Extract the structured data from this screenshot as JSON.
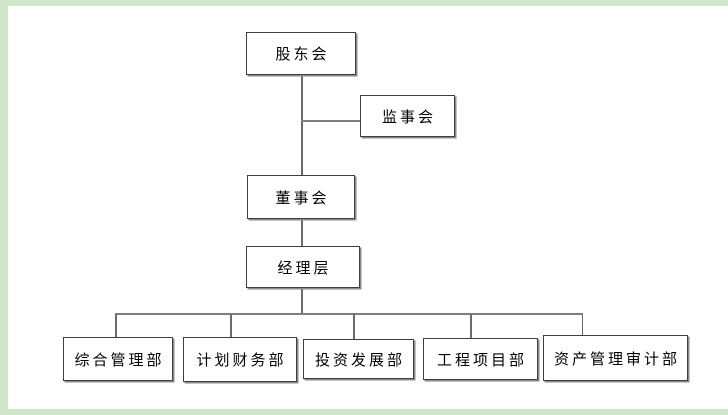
{
  "page": {
    "margin_color": "#d1e6c8",
    "background": "#ffffff"
  },
  "org_chart": {
    "type": "org-tree",
    "colors": {
      "box_border": "#3f3f3f",
      "box_shadow": "#8a8a8a",
      "connector": "#7f7f7f",
      "text": "#000000"
    },
    "nodes": [
      {
        "id": "shareholders-meeting",
        "label": "股东会",
        "level": 1
      },
      {
        "id": "supervisory-board",
        "label": "监事会",
        "level": 1.5
      },
      {
        "id": "board-of-directors",
        "label": "董事会",
        "level": 2
      },
      {
        "id": "management-level",
        "label": "经理层",
        "level": 3
      },
      {
        "id": "general-management-dept",
        "label": "综合管理部",
        "level": 4
      },
      {
        "id": "planning-finance-dept",
        "label": "计划财务部",
        "level": 4
      },
      {
        "id": "investment-development-dept",
        "label": "投资发展部",
        "level": 4
      },
      {
        "id": "engineering-project-dept",
        "label": "工程项目部",
        "level": 4
      },
      {
        "id": "asset-management-audit-dept",
        "label": "资产管理审计部",
        "level": 4
      }
    ],
    "edges": [
      [
        "shareholders-meeting",
        "supervisory-board"
      ],
      [
        "shareholders-meeting",
        "board-of-directors"
      ],
      [
        "board-of-directors",
        "management-level"
      ],
      [
        "management-level",
        "general-management-dept"
      ],
      [
        "management-level",
        "planning-finance-dept"
      ],
      [
        "management-level",
        "investment-development-dept"
      ],
      [
        "management-level",
        "engineering-project-dept"
      ],
      [
        "management-level",
        "asset-management-audit-dept"
      ]
    ]
  }
}
